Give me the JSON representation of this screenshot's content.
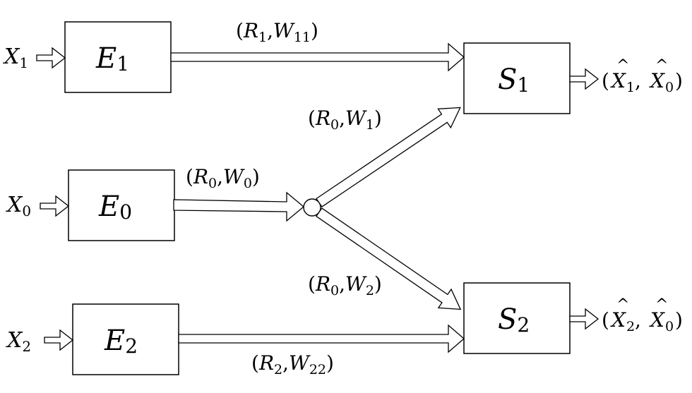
{
  "diagram": {
    "encoders": [
      {
        "id": "E1",
        "base": "E",
        "sub": "1",
        "input_base": "X",
        "input_sub": "1"
      },
      {
        "id": "E0",
        "base": "E",
        "sub": "0",
        "input_base": "X",
        "input_sub": "0"
      },
      {
        "id": "E2",
        "base": "E",
        "sub": "2",
        "input_base": "X",
        "input_sub": "2"
      }
    ],
    "decoders": [
      {
        "id": "S1",
        "base": "S",
        "sub": "1",
        "output_a_sub": "1",
        "output_b_sub": "0"
      },
      {
        "id": "S2",
        "base": "S",
        "sub": "2",
        "output_a_sub": "2",
        "output_b_sub": "0"
      }
    ],
    "output_symbol": "X",
    "links": [
      {
        "id": "E1-S1",
        "rate_sub": "1",
        "msg_sub": "11"
      },
      {
        "id": "E0-node",
        "rate_sub": "0",
        "msg_sub": "0"
      },
      {
        "id": "node-S1",
        "rate_sub": "0",
        "msg_sub": "1"
      },
      {
        "id": "node-S2",
        "rate_sub": "0",
        "msg_sub": "2"
      },
      {
        "id": "E2-S2",
        "rate_sub": "2",
        "msg_sub": "22"
      }
    ],
    "rate_symbol": "R",
    "msg_symbol": "W"
  }
}
